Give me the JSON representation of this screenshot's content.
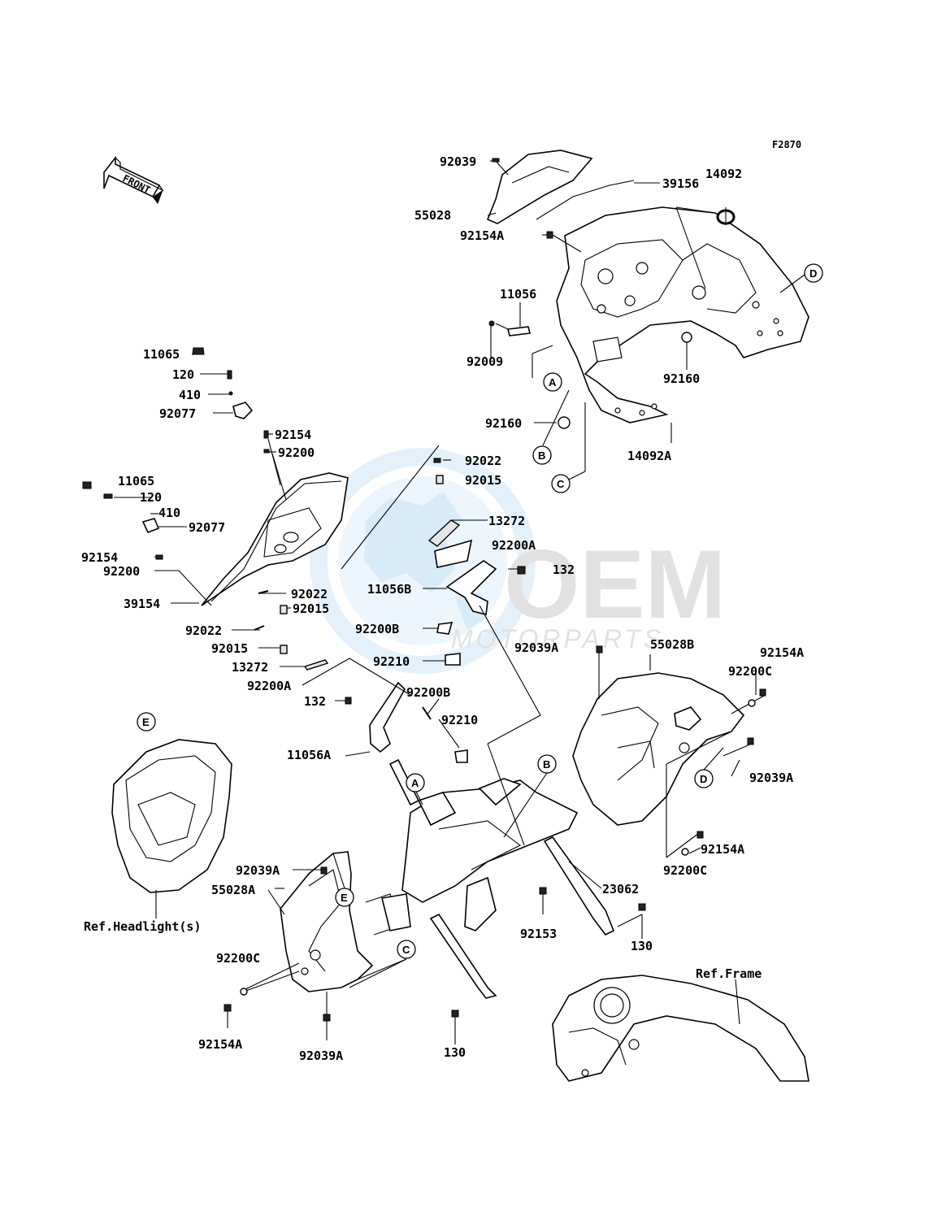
{
  "diagram_code": "F2870",
  "front_arrow_label": "FRONT",
  "watermark": {
    "main": "OEM",
    "sub": "MOTORPARTS"
  },
  "circle_labels": [
    "A",
    "B",
    "C",
    "D",
    "E"
  ],
  "part_labels": [
    {
      "id": "l01",
      "text": "92039"
    },
    {
      "id": "l02",
      "text": "39156"
    },
    {
      "id": "l03",
      "text": "14092"
    },
    {
      "id": "l04",
      "text": "55028"
    },
    {
      "id": "l05",
      "text": "92154A"
    },
    {
      "id": "l06",
      "text": "11056"
    },
    {
      "id": "l07",
      "text": "92009"
    },
    {
      "id": "l08",
      "text": "92160"
    },
    {
      "id": "l09",
      "text": "92160"
    },
    {
      "id": "l10",
      "text": "14092A"
    },
    {
      "id": "l11",
      "text": "11065"
    },
    {
      "id": "l12",
      "text": "120"
    },
    {
      "id": "l13",
      "text": "410"
    },
    {
      "id": "l14",
      "text": "92077"
    },
    {
      "id": "l15",
      "text": "92154"
    },
    {
      "id": "l16",
      "text": "92200"
    },
    {
      "id": "l17",
      "text": "92022"
    },
    {
      "id": "l18",
      "text": "92015"
    },
    {
      "id": "l19",
      "text": "11065"
    },
    {
      "id": "l20",
      "text": "120"
    },
    {
      "id": "l21",
      "text": "410"
    },
    {
      "id": "l22",
      "text": "92077"
    },
    {
      "id": "l23",
      "text": "13272"
    },
    {
      "id": "l24",
      "text": "92154"
    },
    {
      "id": "l25",
      "text": "92200A"
    },
    {
      "id": "l26",
      "text": "92200"
    },
    {
      "id": "l27",
      "text": "132"
    },
    {
      "id": "l28",
      "text": "11056B"
    },
    {
      "id": "l29",
      "text": "92022"
    },
    {
      "id": "l30",
      "text": "39154"
    },
    {
      "id": "l31",
      "text": "92015"
    },
    {
      "id": "l32",
      "text": "92200B"
    },
    {
      "id": "l33",
      "text": "92022"
    },
    {
      "id": "l34",
      "text": "92015"
    },
    {
      "id": "l35",
      "text": "92210"
    },
    {
      "id": "l36",
      "text": "13272"
    },
    {
      "id": "l37",
      "text": "92039A"
    },
    {
      "id": "l38",
      "text": "55028B"
    },
    {
      "id": "l39",
      "text": "92154A"
    },
    {
      "id": "l40",
      "text": "92200C"
    },
    {
      "id": "l41",
      "text": "92200A"
    },
    {
      "id": "l42",
      "text": "92200B"
    },
    {
      "id": "l43",
      "text": "132"
    },
    {
      "id": "l44",
      "text": "92210"
    },
    {
      "id": "l45",
      "text": "11056A"
    },
    {
      "id": "l46",
      "text": "92039A"
    },
    {
      "id": "l47",
      "text": "92039A"
    },
    {
      "id": "l48",
      "text": "92154A"
    },
    {
      "id": "l49",
      "text": "92200C"
    },
    {
      "id": "l50",
      "text": "55028A"
    },
    {
      "id": "l51",
      "text": "23062"
    },
    {
      "id": "l52",
      "text": "92153"
    },
    {
      "id": "l53",
      "text": "130"
    },
    {
      "id": "l54",
      "text": "92200C"
    },
    {
      "id": "l55",
      "text": "92154A"
    },
    {
      "id": "l56",
      "text": "92039A"
    },
    {
      "id": "l57",
      "text": "130"
    }
  ],
  "ref_labels": {
    "headlight": "Ref.Headlight(s)",
    "frame": "Ref.Frame"
  }
}
